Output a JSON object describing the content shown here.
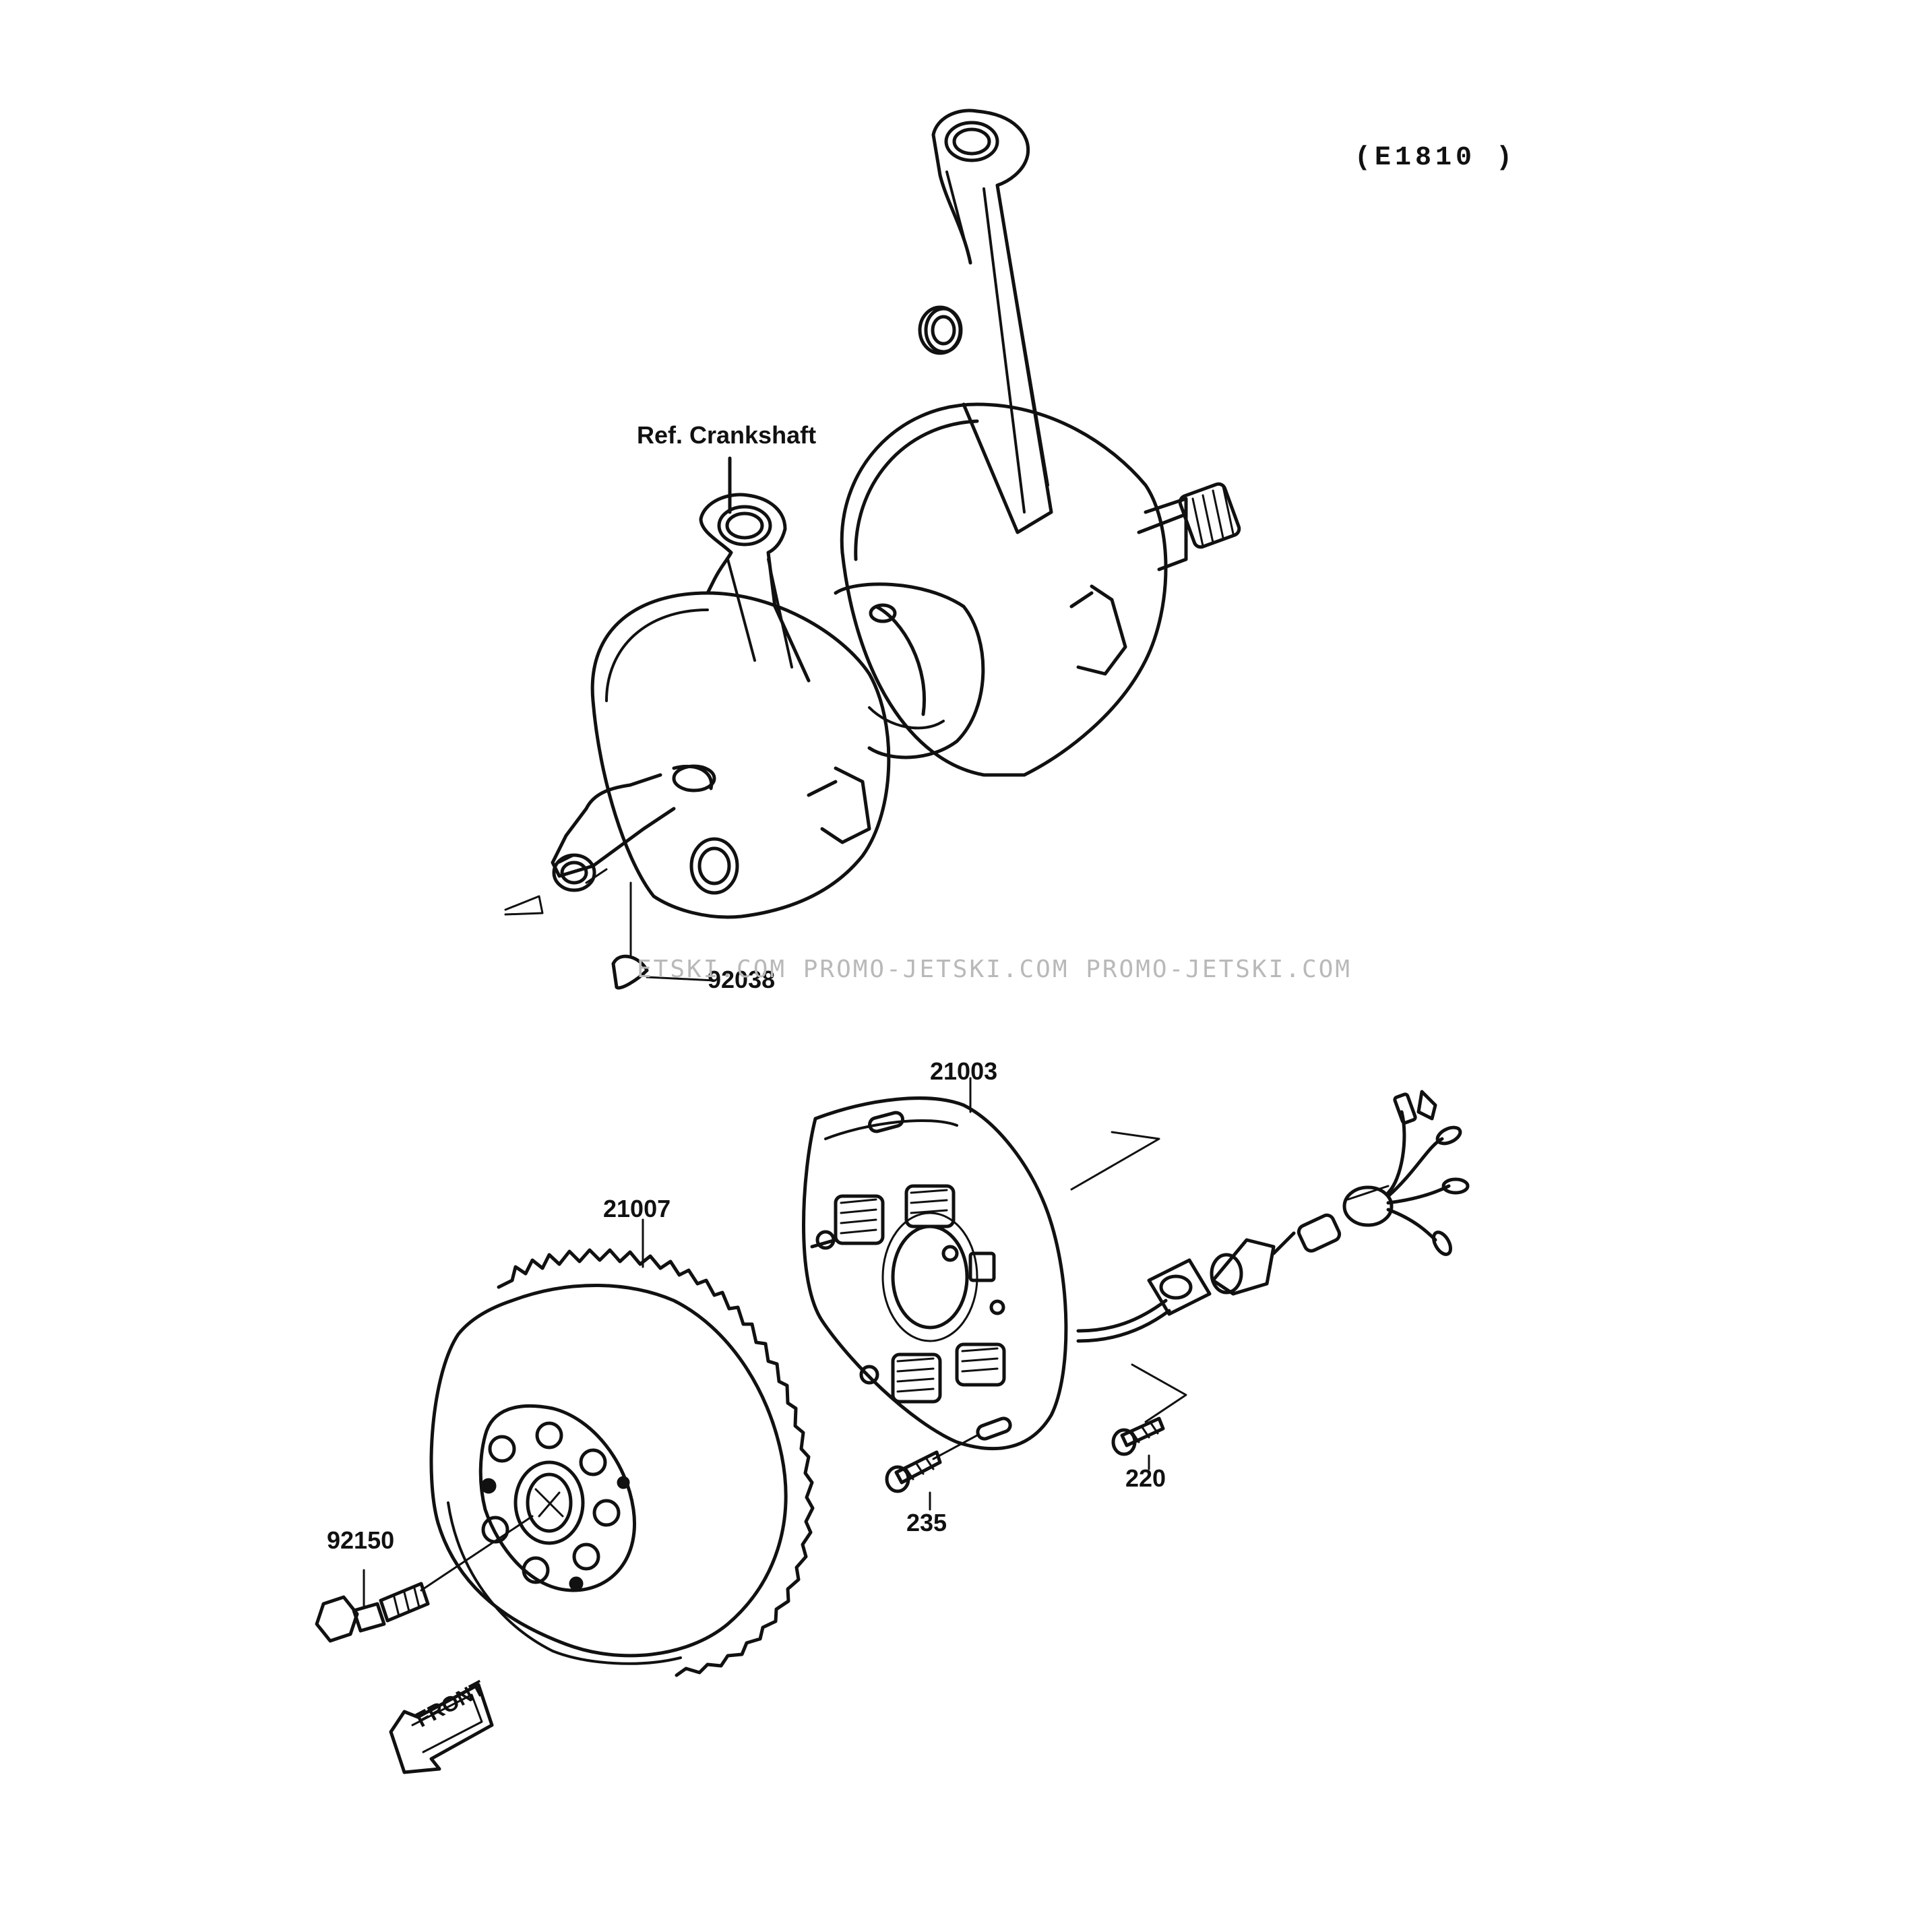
{
  "diagram": {
    "code": "(E1810 )",
    "ref_label": "Ref. Crankshaft",
    "parts": {
      "woodruff_key": "92038",
      "stator": "21003",
      "flywheel": "21007",
      "bolt_flywheel": "92150",
      "screw_stator": "235",
      "screw_clamp": "220"
    },
    "front_label": "FRONT",
    "watermark": "ETSKI.COM  PROMO-JETSKI.COM  PROMO-JETSKI.COM"
  }
}
